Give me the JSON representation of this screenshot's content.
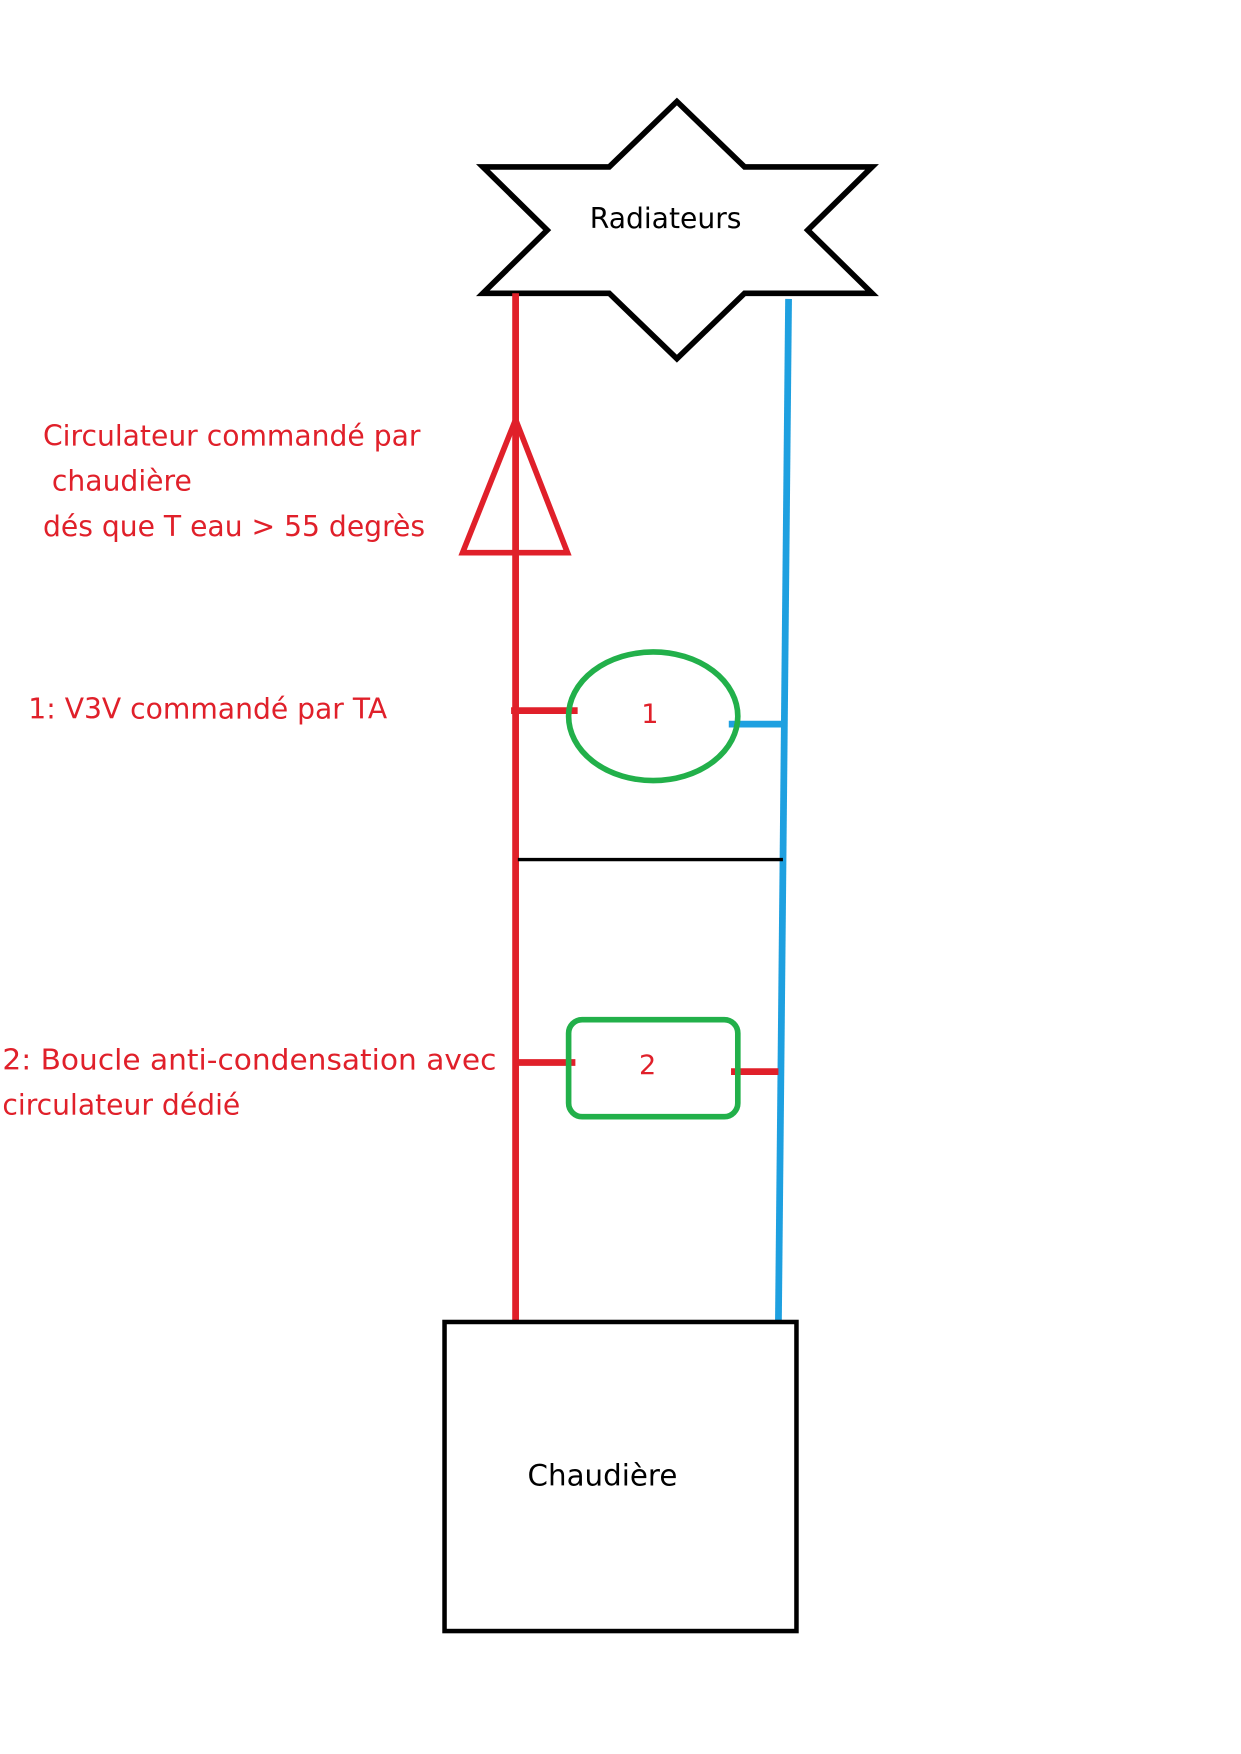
{
  "nodes": {
    "radiators": "Radiateurs",
    "boiler": "Chaudière",
    "valve_1": "1",
    "loop_2": "2"
  },
  "annotations": {
    "circulator_line1": "Circulateur commandé par",
    "circulator_line2": " chaudière",
    "circulator_line3": "dés que T eau > 55 degrès",
    "v3v": "1: V3V commandé par TA",
    "loop_line1": "2: Boucle anti-condensation avec",
    "loop_line2": "circulateur dédié"
  },
  "colors": {
    "supply": "#e0202a",
    "return": "#1ea0e0",
    "component": "#22b04a",
    "outline": "#000000"
  }
}
